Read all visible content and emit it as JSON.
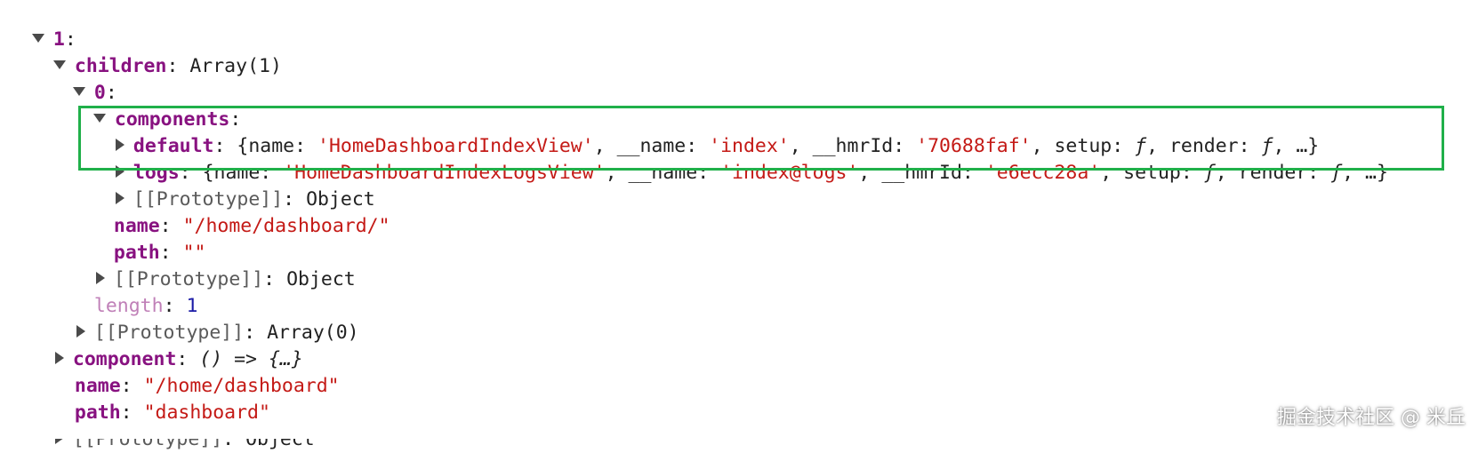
{
  "rows": {
    "r1": {
      "key": "1",
      "sep": ":"
    },
    "r2": {
      "key": "children",
      "sep": ": ",
      "value": "Array(1)"
    },
    "r3": {
      "key": "0",
      "sep": ":"
    },
    "r4": {
      "key": "components",
      "sep": ":"
    },
    "r5": {
      "key": "default",
      "sep": ": ",
      "open": "{",
      "k1": "name",
      "v1": "'HomeDashboardIndexView'",
      "k2": "__name",
      "v2": "'index'",
      "k3": "__hmrId",
      "v3": "'70688faf'",
      "k4": "setup",
      "v4": "ƒ",
      "k5": "render",
      "v5": "ƒ",
      "tail": ", …}"
    },
    "r6": {
      "key": "logs",
      "sep": ": ",
      "open": "{",
      "k1": "name",
      "v1": "'HomeDashboardIndexLogsView'",
      "k2": "__name",
      "v2": "'index@logs'",
      "k3": "__hmrId",
      "v3": "'e6ecc28a'",
      "k4": "setup",
      "v4": "ƒ",
      "k5": "render",
      "v5": "ƒ",
      "tail": ", …}"
    },
    "r7": {
      "key": "[[Prototype]]",
      "sep": ": ",
      "value": "Object"
    },
    "r8": {
      "key": "name",
      "sep": ": ",
      "value": "\"/home/dashboard/\""
    },
    "r9": {
      "key": "path",
      "sep": ": ",
      "value": "\"\""
    },
    "r10": {
      "key": "[[Prototype]]",
      "sep": ": ",
      "value": "Object"
    },
    "r11": {
      "key": "length",
      "sep": ": ",
      "value": "1"
    },
    "r12": {
      "key": "[[Prototype]]",
      "sep": ": ",
      "value": "Array(0)"
    },
    "r13": {
      "key": "component",
      "sep": ": ",
      "value": "() => {…}"
    },
    "r14": {
      "key": "name",
      "sep": ": ",
      "value": "\"/home/dashboard\""
    },
    "r15": {
      "key": "path",
      "sep": ": ",
      "value": "\"dashboard\""
    },
    "r16": {
      "key": "[[Prototype]]",
      "sep": ": ",
      "value": "Object"
    }
  },
  "watermark": "掘金技术社区 @ 米丘",
  "colors": {
    "key": "#881280",
    "string": "#c41a16",
    "number": "#1a1aa6",
    "highlight_border": "#20b04a"
  }
}
